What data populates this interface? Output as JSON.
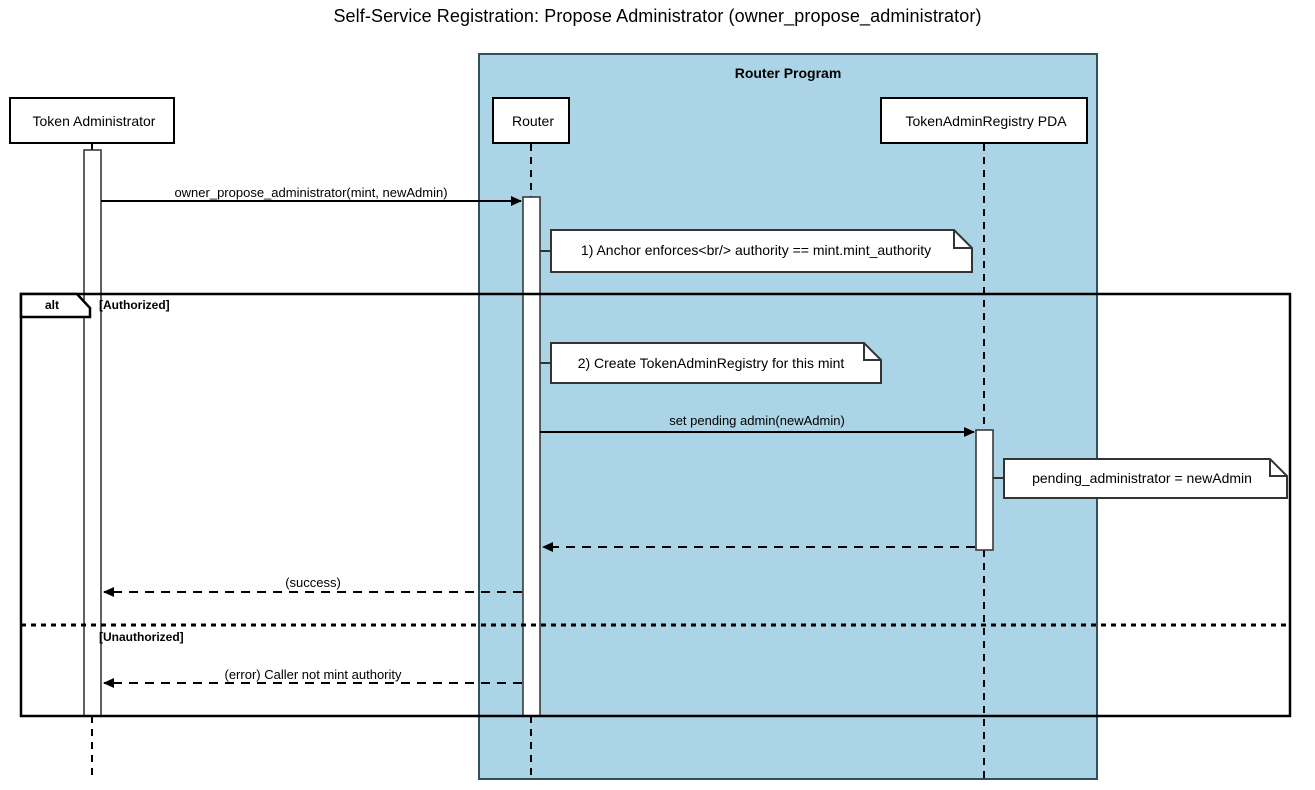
{
  "diagram": {
    "type": "sequence-diagram",
    "title": "Self-Service Registration: Propose Administrator (owner_propose_administrator)",
    "colors": {
      "group_fill": "#abd5e6",
      "group_border": "#30515c",
      "line": "#000000",
      "note_fill": "#ffffff",
      "background": "#ffffff"
    }
  },
  "group": {
    "label": "Router Program"
  },
  "participants": [
    {
      "id": "token-administrator",
      "label": "Token Administrator"
    },
    {
      "id": "router",
      "label": "Router"
    },
    {
      "id": "token-admin-registry-pda",
      "label": "TokenAdminRegistry PDA"
    }
  ],
  "messages": [
    {
      "id": "msg-propose",
      "label": "owner_propose_administrator(mint, newAdmin)",
      "from": "token-administrator",
      "to": "router",
      "style": "solid",
      "arrow": "filled"
    },
    {
      "id": "msg-set-pending-admin",
      "label": "set pending admin(newAdmin)",
      "from": "router",
      "to": "token-admin-registry-pda",
      "style": "solid",
      "arrow": "filled"
    },
    {
      "id": "msg-pda-return",
      "label": "",
      "from": "token-admin-registry-pda",
      "to": "router",
      "style": "dashed",
      "arrow": "filled"
    },
    {
      "id": "msg-success",
      "label": "(success)",
      "from": "router",
      "to": "token-administrator",
      "style": "dashed",
      "arrow": "filled"
    },
    {
      "id": "msg-error",
      "label": "(error) Caller not mint authority",
      "from": "router",
      "to": "token-administrator",
      "style": "dashed",
      "arrow": "filled"
    }
  ],
  "notes": [
    {
      "id": "note-anchor-enforces",
      "text": "1) Anchor enforces<br/> authority == mint.mint_authority",
      "attached_to": "router"
    },
    {
      "id": "note-create-registry",
      "text": "2) Create TokenAdminRegistry for this mint",
      "attached_to": "router"
    },
    {
      "id": "note-pending-administrator",
      "text": "pending_administrator = newAdmin",
      "attached_to": "token-admin-registry-pda"
    }
  ],
  "fragment": {
    "operator": "alt",
    "branches": [
      {
        "guard": "[Authorized]"
      },
      {
        "guard": "[Unauthorized]"
      }
    ]
  }
}
